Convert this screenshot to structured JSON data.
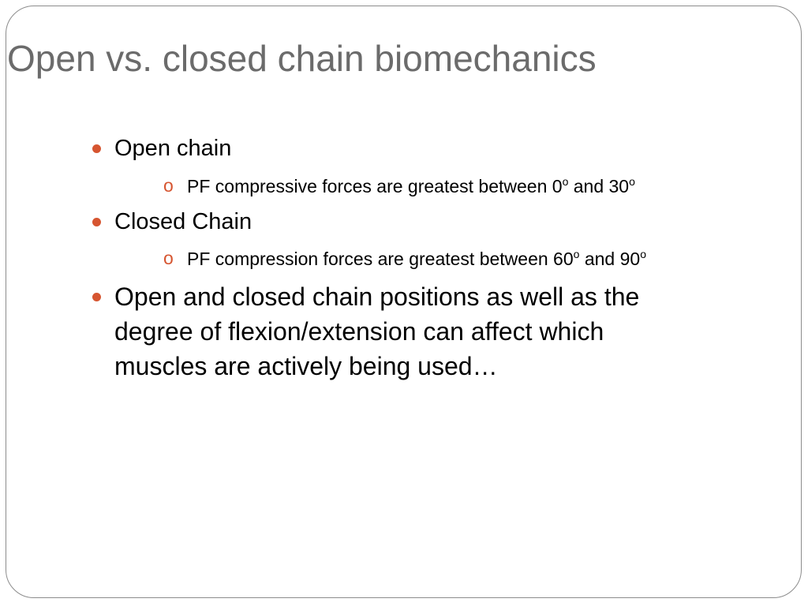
{
  "slide": {
    "title": "Open vs. closed chain biomechanics",
    "accent_color": "#d65530",
    "title_color": "#6b6b6b",
    "bullets": [
      {
        "text": "Open chain",
        "sub": {
          "prefix": "PF compressive forces are greatest between 0",
          "deg1": "o",
          "mid": " and 30",
          "deg2": "o"
        }
      },
      {
        "text": "Closed Chain",
        "sub": {
          "prefix": "PF compression forces are greatest between 60",
          "deg1": "o",
          "mid": " and 90",
          "deg2": "o"
        }
      },
      {
        "line1": "Open and closed chain positions as well as the",
        "line2": "degree of flexion/extension  can affect which",
        "line3": "muscles are actively being used…"
      }
    ],
    "sub_bullet_glyph": "o"
  }
}
